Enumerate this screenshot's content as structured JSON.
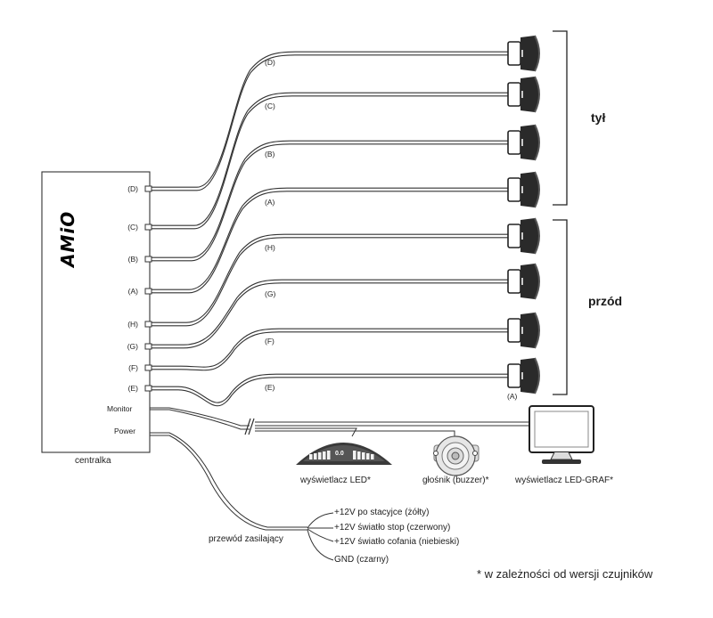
{
  "control_unit": {
    "caption": "centralka",
    "brand": "AMiO",
    "ports": [
      "(D)",
      "(C)",
      "(B)",
      "(A)",
      "(H)",
      "(G)",
      "(F)",
      "(E)"
    ],
    "monitor_label": "Monitor",
    "power_label": "Power"
  },
  "cable_labels": [
    "(D)",
    "(C)",
    "(B)",
    "(A)",
    "(H)",
    "(G)",
    "(F)",
    "(E)"
  ],
  "sensor_note": "(A)",
  "groups": {
    "rear": "tył",
    "front": "przód"
  },
  "devices": {
    "led_display": "wyświetlacz LED*",
    "led_display_readout": "0.0",
    "buzzer": "głośnik (buzzer)*",
    "graph_display": "wyświetlacz LED-GRAF*"
  },
  "power": {
    "cable_label": "przewód zasilający",
    "wires": [
      "+12V po stacyjce (żółty)",
      "+12V światło stop (czerwony)",
      "+12V światło cofania (niebieski)",
      "GND (czarny)"
    ]
  },
  "footnote": "* w zależności od wersji czujników"
}
